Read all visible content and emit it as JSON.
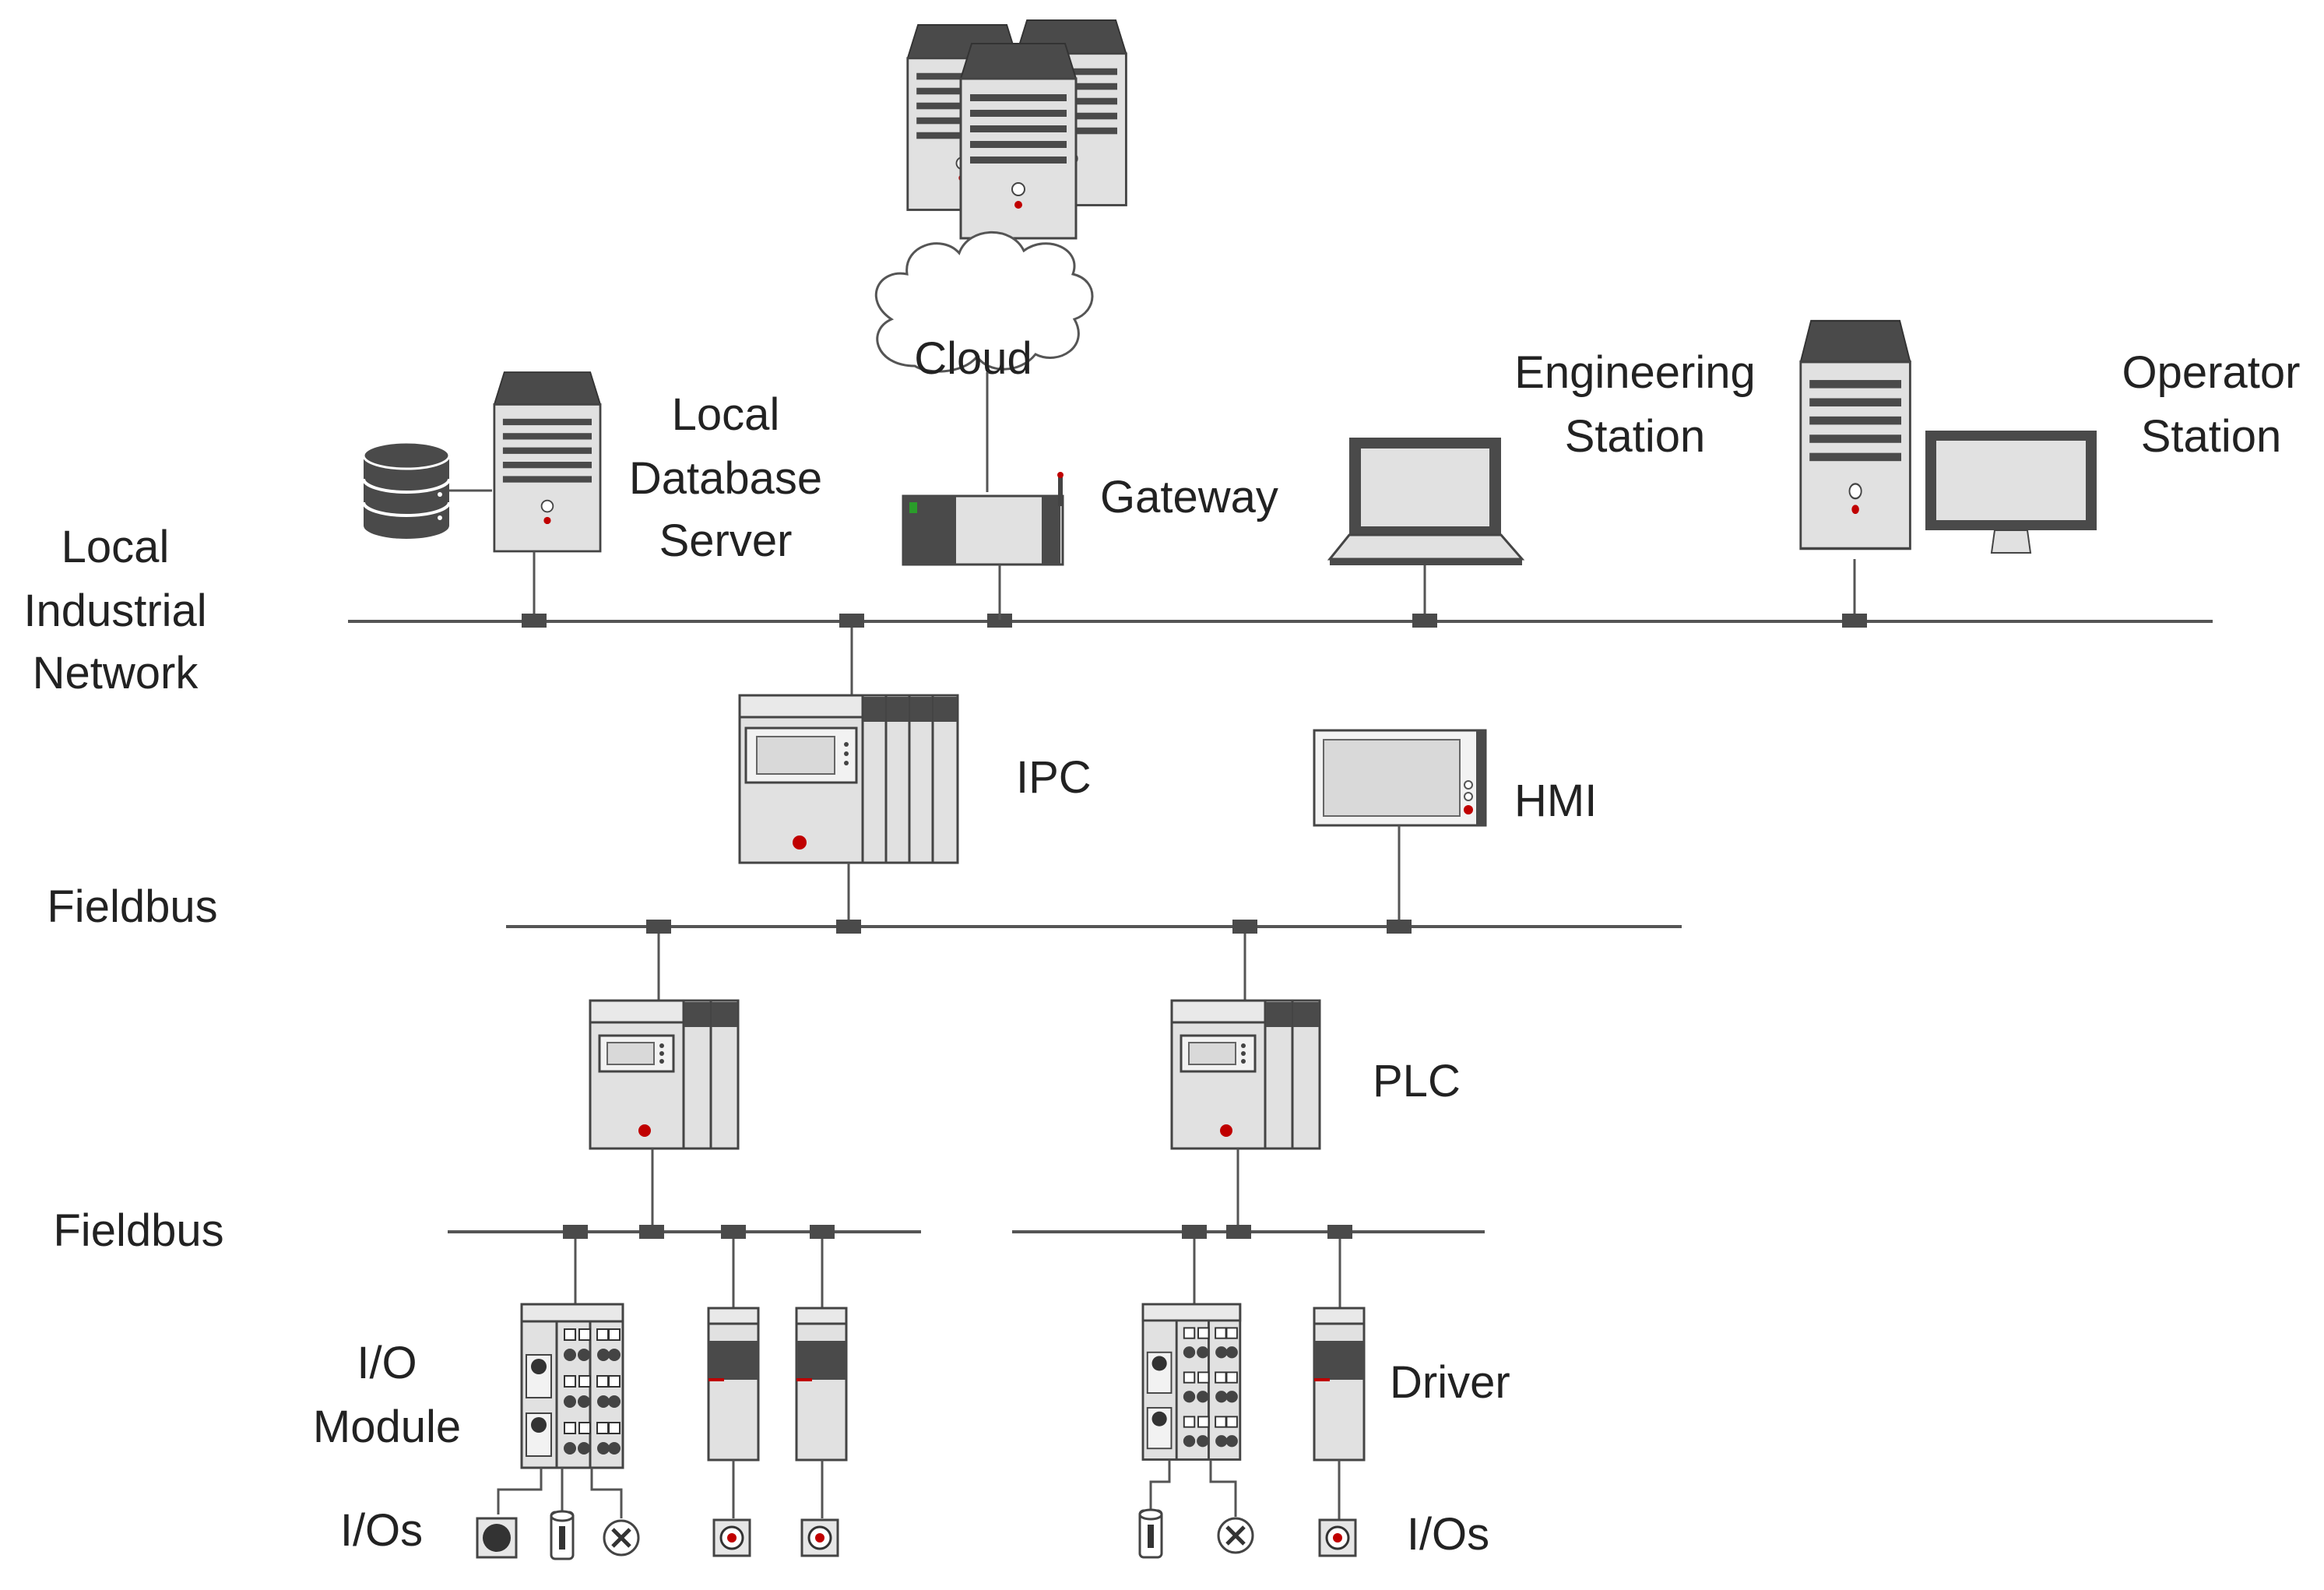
{
  "labels": {
    "cloud": "Cloud",
    "gateway": "Gateway",
    "local_db_server": [
      "Local",
      "Database",
      "Server"
    ],
    "engineering_station": [
      "Engineering",
      "Station"
    ],
    "operator_station": [
      "Operator",
      "Station"
    ],
    "local_industrial_network": [
      "Local",
      "Industrial",
      "Network"
    ],
    "ipc": "IPC",
    "hmi": "HMI",
    "fieldbus_upper": "Fieldbus",
    "fieldbus_lower": "Fieldbus",
    "plc": "PLC",
    "io_module": [
      "I/O",
      "Module"
    ],
    "driver": "Driver",
    "ios_left": "I/Os",
    "ios_right": "I/Os"
  },
  "colors": {
    "device_body": "#e1e1e1",
    "device_dark": "#4a4a4a",
    "line": "#555555",
    "led_red": "#c00000",
    "screen": "#d9d9d9"
  }
}
